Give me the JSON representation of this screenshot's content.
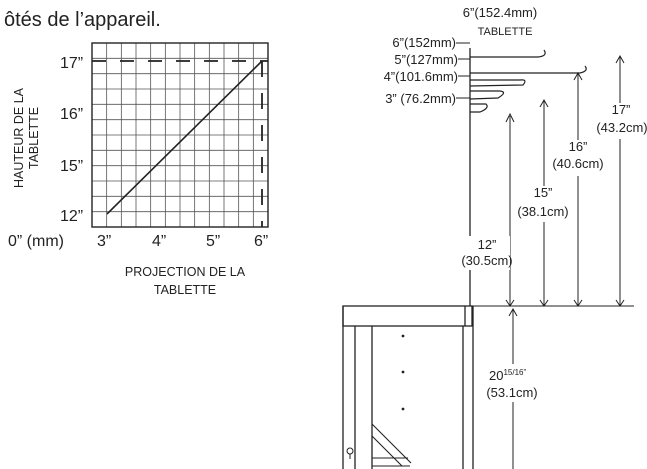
{
  "heading": "ôtés de l’appareil.",
  "graph": {
    "y_axis_title_line1": "HAUTEUR DE LA",
    "y_axis_title_line2": "TABLETTE",
    "x_axis_title_line1": "PROJECTION DE LA",
    "x_axis_title_line2": "TABLETTE",
    "origin_label": "0” (mm)",
    "y_ticks": [
      "17”",
      "16”",
      "15”",
      "12”"
    ],
    "x_ticks": [
      "3”",
      "4”",
      "5”",
      "6”"
    ]
  },
  "elevation": {
    "top_label_line1": "6”(152.4mm)",
    "top_label_line2": "TABLETTE",
    "projections": [
      "6”(152mm)",
      "5”(127mm)",
      "4”(101.6mm)",
      "3” (76.2mm)"
    ],
    "heights": [
      {
        "inches": "12”",
        "cm": "(30.5cm)"
      },
      {
        "inches": "15”",
        "cm": "(38.1cm)"
      },
      {
        "inches": "16”",
        "cm": "(40.6cm)"
      },
      {
        "inches": "17”",
        "cm": "(43.2cm)"
      }
    ],
    "appliance_height_main": "20",
    "appliance_height_fraction": "15/16”",
    "appliance_height_cm": "(53.1cm)"
  }
}
